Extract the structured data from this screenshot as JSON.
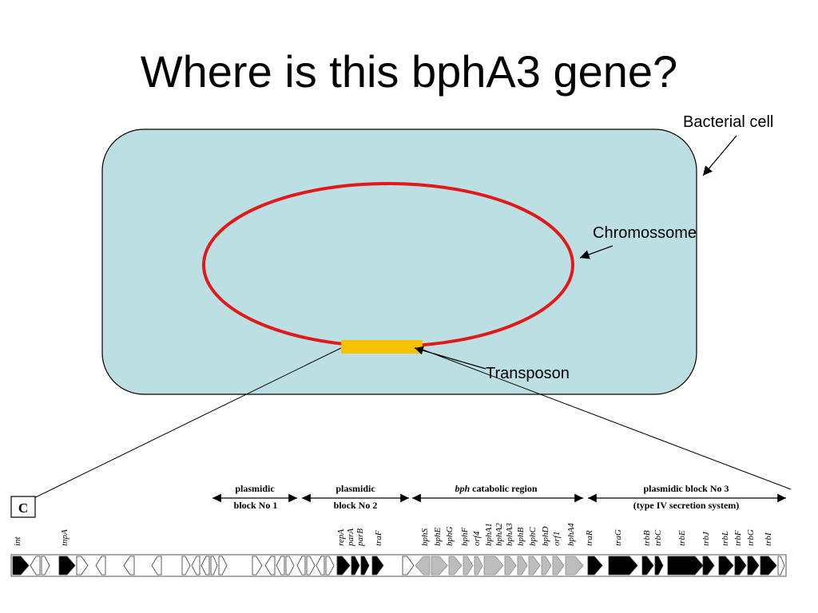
{
  "slide": {
    "title": "Where is this bphA3 gene?"
  },
  "colors": {
    "cell_fill": "#bbdfe2",
    "cell_stroke": "#000000",
    "chromosome": "#e2191b",
    "transposon": "#f7c300",
    "gene_black": "#000000",
    "gene_gray": "#bdbdbd",
    "gene_white": "#ffffff"
  },
  "labels": {
    "bacterial_cell": "Bacterial cell",
    "chromosome": "Chromossome",
    "transposon": "Transposon"
  },
  "gene_map": {
    "panel_label": "C",
    "blocks": [
      {
        "line1": "plasmidic",
        "line2": "block No 1"
      },
      {
        "line1": "plasmidic",
        "line2": "block No 2"
      },
      {
        "line1_italic": "bph",
        "line1_rest": " catabolic region",
        "line2": ""
      },
      {
        "line1": "plasmidic block No 3",
        "line2": "(type IV secretion system)"
      }
    ],
    "gene_labels": [
      "int",
      "tnpA",
      "repA",
      "parA",
      "parB",
      "traF",
      "bphS",
      "bphE",
      "bphG",
      "bphF",
      "orf4",
      "bphA1",
      "bphA2",
      "bphA3",
      "bphB",
      "bphC",
      "bphD",
      "orf1",
      "bphA4",
      "traR",
      "traG",
      "trbB",
      "trbC",
      "trbE",
      "trbJ",
      "trbL",
      "trbF",
      "trbG",
      "trbI"
    ]
  }
}
